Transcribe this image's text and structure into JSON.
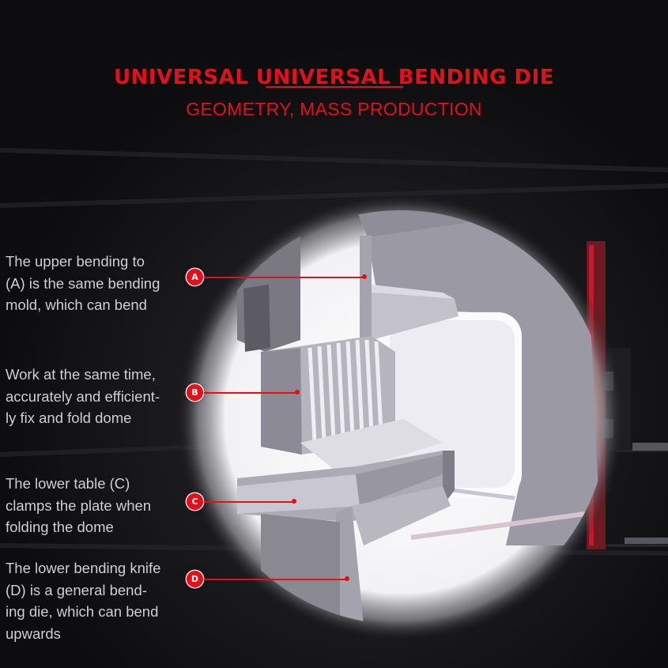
{
  "title": "UNIVERSAL UNIVERSAL BENDING DIE",
  "subtitle": "GEOMETRY, MASS PRODUCTION",
  "colors": {
    "accent": "#e3101b",
    "background": "#0d0d0f",
    "text": "#cfcfcf",
    "machine": "#8f8e98",
    "machine_dark": "#6b6a74",
    "highlight": "#f3f3f6"
  },
  "annotations": [
    {
      "marker": "A",
      "text": "The upper bending to\n(A) is the same bending\nmold, which can bend"
    },
    {
      "marker": "B",
      "text": "Work at the same time,\naccurately and efficient-\nly fix and fold dome"
    },
    {
      "marker": "C",
      "text": "The lower table (C)\nclamps the plate when\nfolding the dome"
    },
    {
      "marker": "D",
      "text": "The lower bending knife\n(D) is a general bend-\ning die, which can bend\nupwards"
    }
  ]
}
